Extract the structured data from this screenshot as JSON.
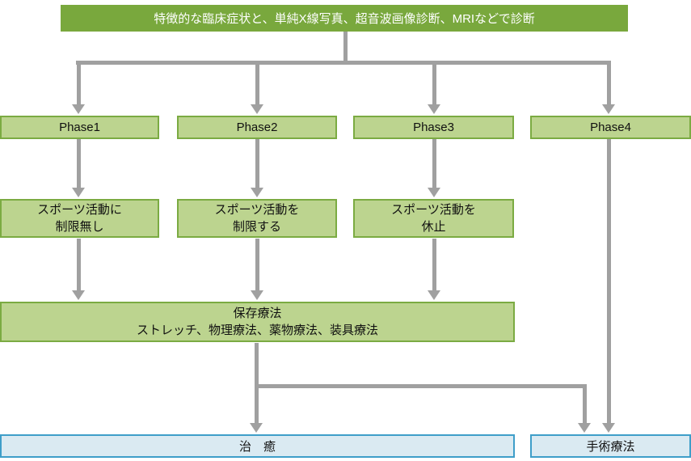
{
  "colors": {
    "header_bg": "#79A83D",
    "box_border": "#7BAB42",
    "light_green": "#BCD48F",
    "blue_border": "#3E9EC9",
    "light_blue": "#DAEAF2",
    "arrow_gray": "#A0A0A0",
    "text_dark": "#111111"
  },
  "header": {
    "label": "特徴的な臨床症状と、単純X線写真、超音波画像診断、MRIなどで診断"
  },
  "phases": [
    {
      "label": "Phase1"
    },
    {
      "label": "Phase2"
    },
    {
      "label": "Phase3"
    },
    {
      "label": "Phase4"
    }
  ],
  "activities": [
    {
      "line1": "スポーツ活動に",
      "line2": "制限無し"
    },
    {
      "line1": "スポーツ活動を",
      "line2": "制限する"
    },
    {
      "line1": "スポーツ活動を",
      "line2": "休止"
    }
  ],
  "conservative": {
    "line1": "保存療法",
    "line2": "ストレッチ、物理療法、薬物療法、装具療法"
  },
  "outcomes": {
    "cure": "治　癒",
    "surgery": "手術療法"
  }
}
